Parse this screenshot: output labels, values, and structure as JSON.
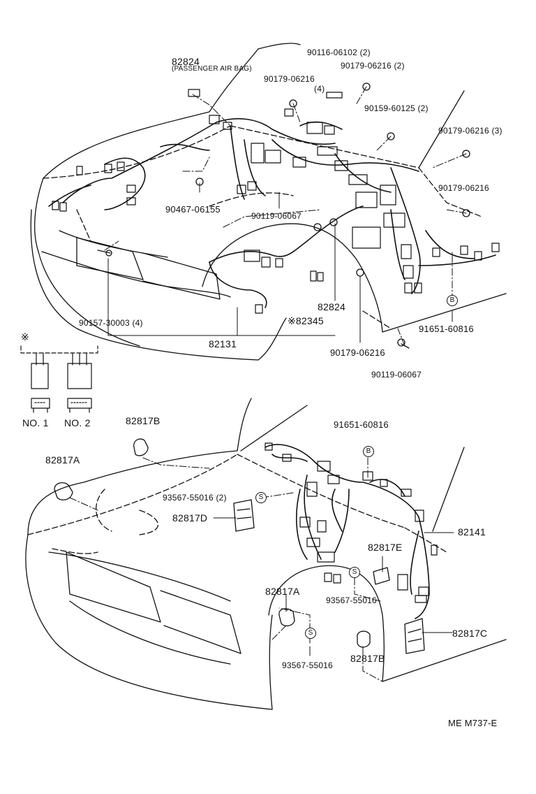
{
  "labels": {
    "p82824_top": "82824",
    "passenger_air_bag": "(PASSENGER AIR BAG)",
    "p90116": "90116-06102 (2)",
    "p90179_a": "90179-06216 (2)",
    "p90179_b": "90179-06216",
    "p90179_b_qty": "(4)",
    "p90159": "90159-60125 (2)",
    "p90179_c": "90179-06216 (3)",
    "p90179_d": "90179-06216",
    "p90467": "90467-06155",
    "p90119_a": "90119-06067",
    "p90157": "90157-30003 (4)",
    "p82824_mid": "82824",
    "p82345": "※82345",
    "p82131": "82131",
    "p91651_a": "91651-60816",
    "p90179_e": "90179-06216",
    "p90119_b": "90119-06067",
    "asterisk": "※",
    "no1": "NO. 1",
    "no2": "NO. 2",
    "p82817B_top": "82817B",
    "p82817A_left": "82817A",
    "p91651_b": "91651-60816",
    "p93567_a": "93567-55016 (2)",
    "p82817D": "82817D",
    "p82141": "82141",
    "p82817E": "82817E",
    "p82817A_mid": "82817A",
    "p93567_b": "93567-55016",
    "p82817C": "82817C",
    "p82817B_bot": "82817B",
    "p93567_c": "93567-55016",
    "ref": "ME M737-E",
    "mark_B": "B",
    "mark_S": "S"
  }
}
